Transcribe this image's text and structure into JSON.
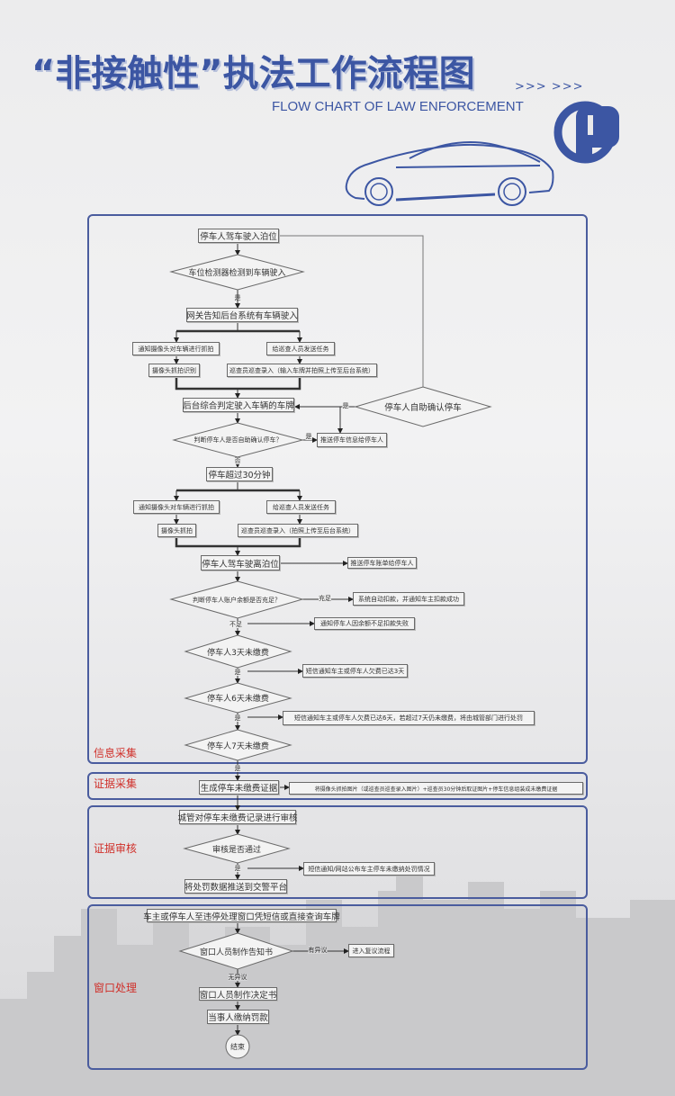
{
  "header": {
    "title": "“非接触性”执法工作流程图",
    "chevrons": ">>> >>>",
    "subtitle": "FLOW CHART OF LAW ENFORCEMENT",
    "logo_letter": "P"
  },
  "colors": {
    "brand": "#3c56a3",
    "section_label": "#d0302a",
    "frame": "#4a5c9e"
  },
  "sections": {
    "info": "信息采集",
    "evidence": "证据采集",
    "review": "证据审核",
    "window": "窗口处理"
  },
  "flow": {
    "enter": "停车人驾车驶入泊位",
    "detector": "车位检测器检测到车辆驶入",
    "yes": "是",
    "no": "否",
    "gateway": "网关告知后台系统有车辆驶入",
    "notify_camera": "通知摄像头对车辆进行抓拍",
    "send_task": "给巡查人员发送任务",
    "camera_recognize": "摄像头抓拍识别",
    "patrol_input": "巡查员巡查录入（输入车牌并拍照上传至后台系统）",
    "backend_plate": "后台综合判定驶入车辆的车牌",
    "self_confirm": "停车人自助确认停车",
    "judge_self_confirm": "判断停车人是否自助确认停车？",
    "push_info": "推送停车信息给停车人",
    "over30": "停车超过30分钟",
    "notify_camera2": "通知摄像头对车辆进行抓拍",
    "send_task2": "给巡查人员发送任务",
    "camera_capture": "摄像头抓拍",
    "patrol_input2": "巡查员巡查录入（拍照上传至后台系统）",
    "leave": "停车人驾车驶离泊位",
    "push_bill": "推送停车账单给停车人",
    "judge_balance": "判断停车人账户余额是否充足？",
    "sufficient": "充足",
    "auto_deduct": "系统自动扣款，并通知车主扣款成功",
    "insufficient": "不足",
    "deduct_fail": "通知停车人因余额不足扣款失败",
    "unpaid3": "停车人3天未缴费",
    "sms3": "短信通知车主或停车人欠费已达3天",
    "unpaid6": "停车人6天未缴费",
    "sms6": "短信通知车主或停车人欠费已达6天，若超过7天仍未缴费，将由城管部门进行处罚",
    "unpaid7": "停车人7天未缴费",
    "gen_evidence": "生成停车未缴费证据",
    "evidence_desc": "将摄像头抓拍图片（或巡查员巡查录入图片）+巡查员30分钟后取证图片+停车信息组装成未缴费证据",
    "review": "城管对停车未缴费记录进行审核",
    "review_pass": "审核是否通过",
    "publish": "短信通知/网站公布车主停车未缴纳处罚情况",
    "push_police": "将处罚数据推送到交警平台",
    "go_window": "车主或停车人至违停处理窗口凭短信或直接查询车牌",
    "notice": "窗口人员制作告知书",
    "objection": "有异议",
    "reconsider": "进入复议流程",
    "no_objection": "无异议",
    "decision": "窗口人员制作决定书",
    "pay_fine": "当事人缴纳罚款",
    "end": "结束"
  }
}
